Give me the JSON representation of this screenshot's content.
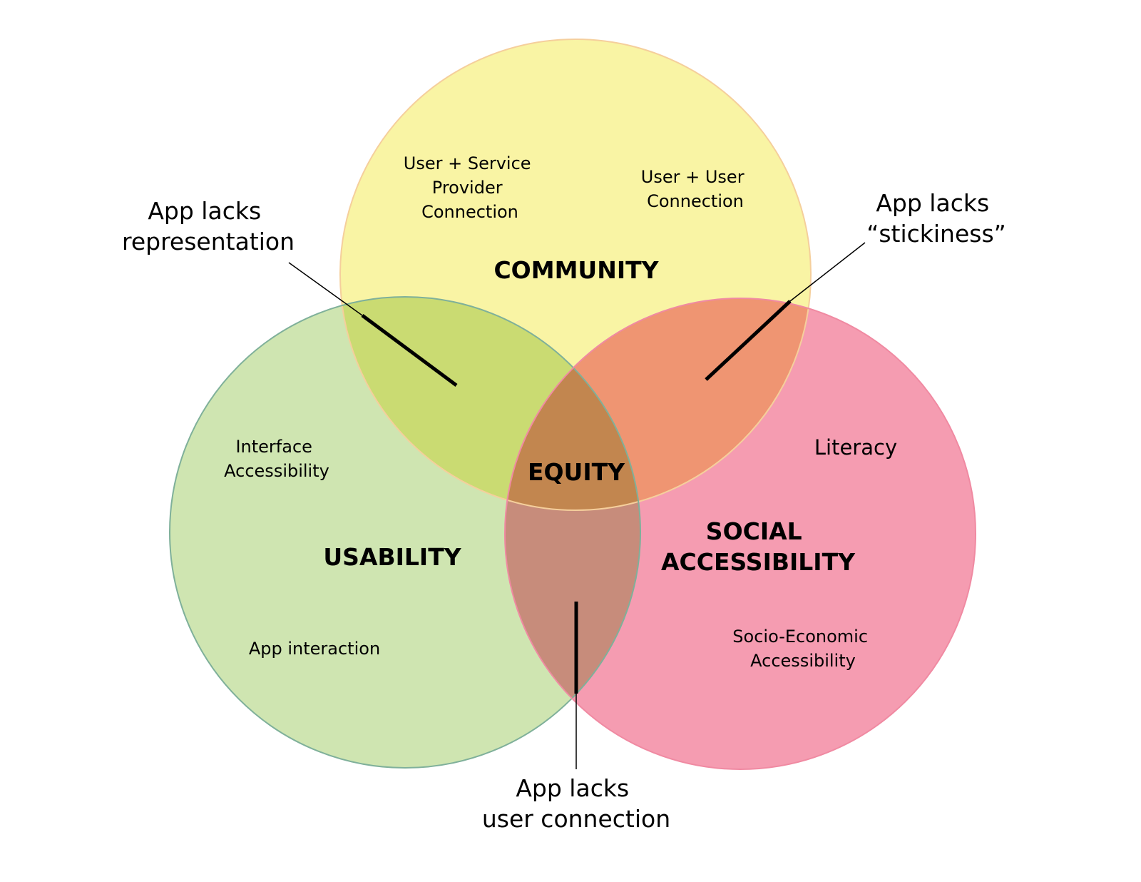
{
  "diagram": {
    "type": "venn",
    "colors": {
      "community": "#f9f4a4",
      "community_stroke": "#f5cf9c",
      "usability": "#cfe5b1",
      "usability_stroke": "#7fb09a",
      "social_accessibility": "#f59cb1",
      "social_accessibility_stroke": "#f08aa2",
      "pointer": "#000000",
      "text": "#000000"
    },
    "sets": {
      "community": {
        "label": "COMMUNITY",
        "items": [
          [
            "User + Service",
            "Provider",
            "Connection"
          ],
          [
            "User + User",
            "Connection"
          ]
        ]
      },
      "usability": {
        "label": "USABILITY",
        "items": [
          [
            "Interface",
            "Accessibility"
          ],
          [
            "App interaction"
          ]
        ]
      },
      "social_accessibility": {
        "label": [
          "SOCIAL",
          "ACCESSIBILITY"
        ],
        "items": [
          [
            "Literacy"
          ],
          [
            "Socio-Economic",
            "Accessibility"
          ]
        ]
      }
    },
    "center": {
      "label": "EQUITY"
    },
    "callouts": {
      "community_usability": [
        "App lacks",
        "representation"
      ],
      "community_social": [
        "App lacks",
        "“stickiness”"
      ],
      "usability_social": [
        "App lacks",
        "user connection"
      ]
    }
  }
}
